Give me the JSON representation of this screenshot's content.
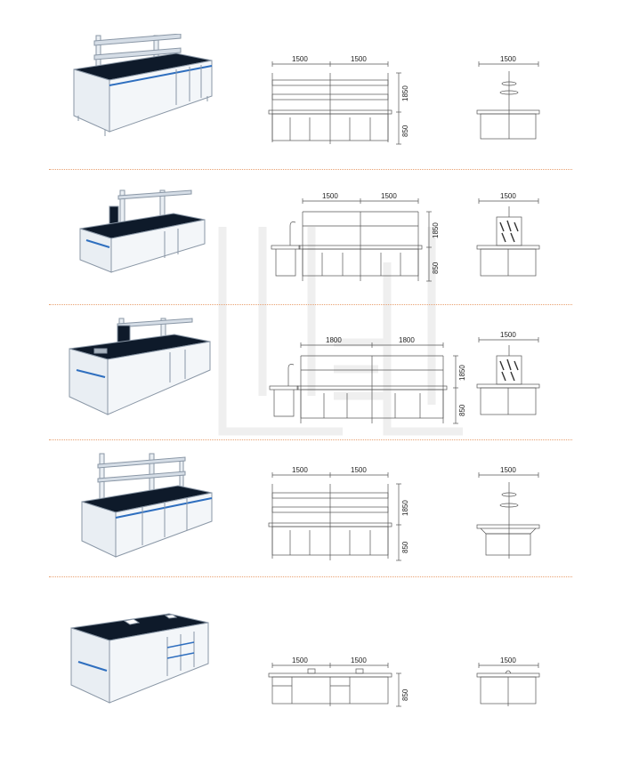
{
  "rows": [
    {
      "front": {
        "widths": [
          "1500",
          "1500"
        ],
        "height_top": "1850",
        "height_bench": "850"
      },
      "side": {
        "width": "1500"
      }
    },
    {
      "front": {
        "widths": [
          "1500",
          "1500"
        ],
        "height_top": "1850",
        "height_bench": "850"
      },
      "side": {
        "width": "1500"
      }
    },
    {
      "front": {
        "widths": [
          "1800",
          "1800"
        ],
        "height_top": "1850",
        "height_bench": "850"
      },
      "side": {
        "width": "1500"
      }
    },
    {
      "front": {
        "widths": [
          "1500",
          "1500"
        ],
        "height_top": "1850",
        "height_bench": "850"
      },
      "side": {
        "width": "1500"
      }
    },
    {
      "front": {
        "widths": [
          "1500",
          "1500"
        ],
        "height_bench": "850"
      },
      "side": {
        "width": "1500"
      }
    }
  ],
  "colors": {
    "separator": "#e8a070",
    "countertop": "#0e1a2a",
    "cabinet": "#e9eef3",
    "accent": "#2f6fbf"
  }
}
